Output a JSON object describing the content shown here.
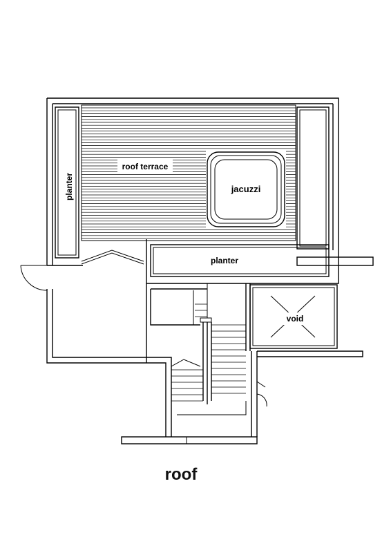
{
  "labels": {
    "roof_terrace": "roof terrace",
    "jacuzzi": "jacuzzi",
    "planter_left": "planter",
    "planter_bottom": "planter",
    "void": "void"
  },
  "caption": "roof",
  "colors": {
    "line": "#000000",
    "background": "#ffffff"
  }
}
